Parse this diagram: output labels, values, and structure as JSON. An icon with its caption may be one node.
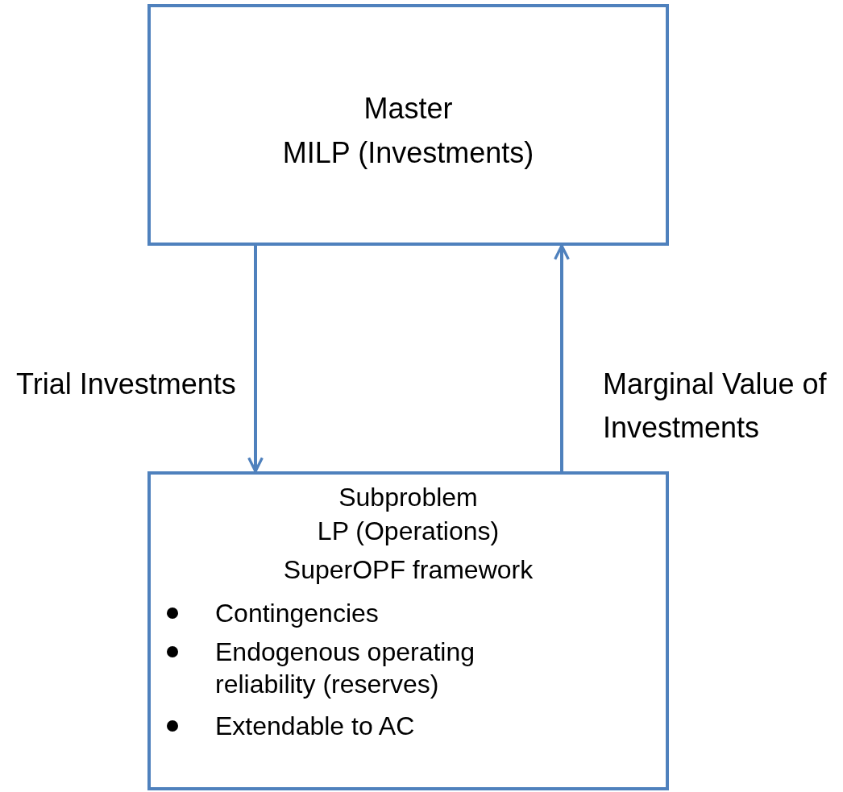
{
  "diagram": {
    "nodes": [
      {
        "text": [
          "Master",
          "MILP (Investments)"
        ]
      },
      {
        "text": [
          "Subproblem",
          "LP (Operations)",
          "SuperOPF framework",
          "Contingencies",
          "Endogenous operating reliability (reserves)",
          "Extendable to AC"
        ]
      }
    ],
    "edges": [
      {
        "from": 0,
        "to": 1,
        "arrow": "to",
        "label": "Trial Investments"
      },
      {
        "from": 1,
        "to": 0,
        "arrow": "to",
        "label": "Marginal Value of Investments"
      }
    ]
  }
}
